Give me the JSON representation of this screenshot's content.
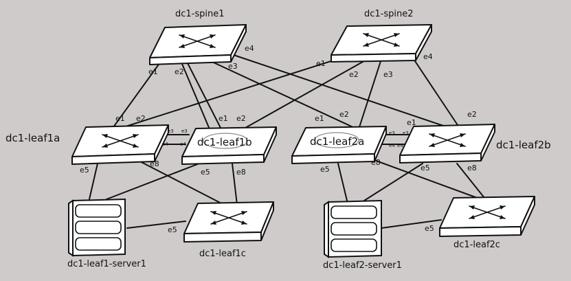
{
  "nodes": {
    "spine1": "dc1-spine1",
    "spine2": "dc1-spine2",
    "leaf1a": "dc1-leaf1a",
    "leaf1b": "dc1-leaf1b",
    "leaf2a": "dc1-leaf2a",
    "leaf2b": "dc1-leaf2b",
    "leaf1c": "dc1-leaf1c",
    "leaf2c": "dc1-leaf2c",
    "server1": "dc1-leaf1-server1",
    "server2": "dc1-leaf2-server1"
  },
  "ports": {
    "e1": "e1",
    "e2": "e2",
    "e3": "e3",
    "e4": "e4",
    "e5": "e5",
    "e8": "e8"
  },
  "colors": {
    "background": "#cfcbca",
    "line": "#111111",
    "device_fill": "#ffffff"
  },
  "icons": {
    "switch": "switch-icon",
    "server": "server-icon"
  }
}
